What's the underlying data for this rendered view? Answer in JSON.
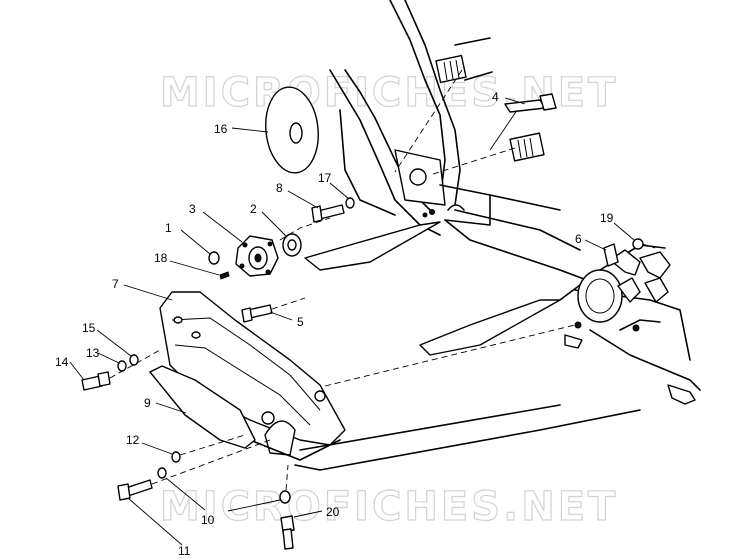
{
  "watermarks": {
    "top": "MICROFICHES.NET",
    "bottom": "MICROFICHES.NET"
  },
  "callouts": [
    {
      "id": "c1",
      "text": "1"
    },
    {
      "id": "c2",
      "text": "2"
    },
    {
      "id": "c3",
      "text": "3"
    },
    {
      "id": "c4",
      "text": "4"
    },
    {
      "id": "c5",
      "text": "5"
    },
    {
      "id": "c6",
      "text": "6"
    },
    {
      "id": "c7",
      "text": "7"
    },
    {
      "id": "c8",
      "text": "8"
    },
    {
      "id": "c9",
      "text": "9"
    },
    {
      "id": "c10",
      "text": "10"
    },
    {
      "id": "c11",
      "text": "11"
    },
    {
      "id": "c12",
      "text": "12"
    },
    {
      "id": "c13",
      "text": "13"
    },
    {
      "id": "c14",
      "text": "14"
    },
    {
      "id": "c15",
      "text": "15"
    },
    {
      "id": "c16",
      "text": "16"
    },
    {
      "id": "c17",
      "text": "17"
    },
    {
      "id": "c18",
      "text": "18"
    },
    {
      "id": "c19",
      "text": "19"
    },
    {
      "id": "c20",
      "text": "20"
    }
  ]
}
